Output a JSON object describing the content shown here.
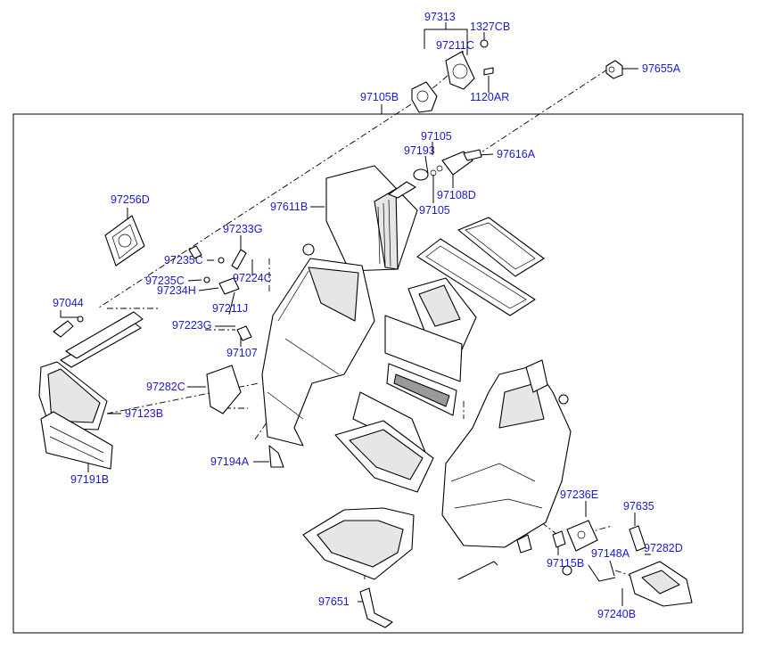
{
  "diagram": {
    "labels": [
      {
        "id": "97313",
        "text": "97313"
      },
      {
        "id": "1327CB",
        "text": "1327CB"
      },
      {
        "id": "97211C",
        "text": "97211C"
      },
      {
        "id": "97655A",
        "text": "97655A"
      },
      {
        "id": "1120AR",
        "text": "1120AR"
      },
      {
        "id": "97105B",
        "text": "97105B"
      },
      {
        "id": "97105a",
        "text": "97105"
      },
      {
        "id": "97193",
        "text": "97193"
      },
      {
        "id": "97616A",
        "text": "97616A"
      },
      {
        "id": "97108D",
        "text": "97108D"
      },
      {
        "id": "97105b",
        "text": "97105"
      },
      {
        "id": "97611B",
        "text": "97611B"
      },
      {
        "id": "97256D",
        "text": "97256D"
      },
      {
        "id": "97233G",
        "text": "97233G"
      },
      {
        "id": "97235C-a",
        "text": "97235C"
      },
      {
        "id": "97224C",
        "text": "97224C"
      },
      {
        "id": "97235C-b",
        "text": "97235C"
      },
      {
        "id": "97234H",
        "text": "97234H"
      },
      {
        "id": "97044",
        "text": "97044"
      },
      {
        "id": "97211J",
        "text": "97211J"
      },
      {
        "id": "97223G",
        "text": "97223G"
      },
      {
        "id": "97107",
        "text": "97107"
      },
      {
        "id": "97282C",
        "text": "97282C"
      },
      {
        "id": "97123B",
        "text": "97123B"
      },
      {
        "id": "97194A",
        "text": "97194A"
      },
      {
        "id": "97191B",
        "text": "97191B"
      },
      {
        "id": "97236E",
        "text": "97236E"
      },
      {
        "id": "97635",
        "text": "97635"
      },
      {
        "id": "97282D",
        "text": "97282D"
      },
      {
        "id": "97148A",
        "text": "97148A"
      },
      {
        "id": "97115B",
        "text": "97115B"
      },
      {
        "id": "97651",
        "text": "97651"
      },
      {
        "id": "97240B",
        "text": "97240B"
      }
    ]
  }
}
